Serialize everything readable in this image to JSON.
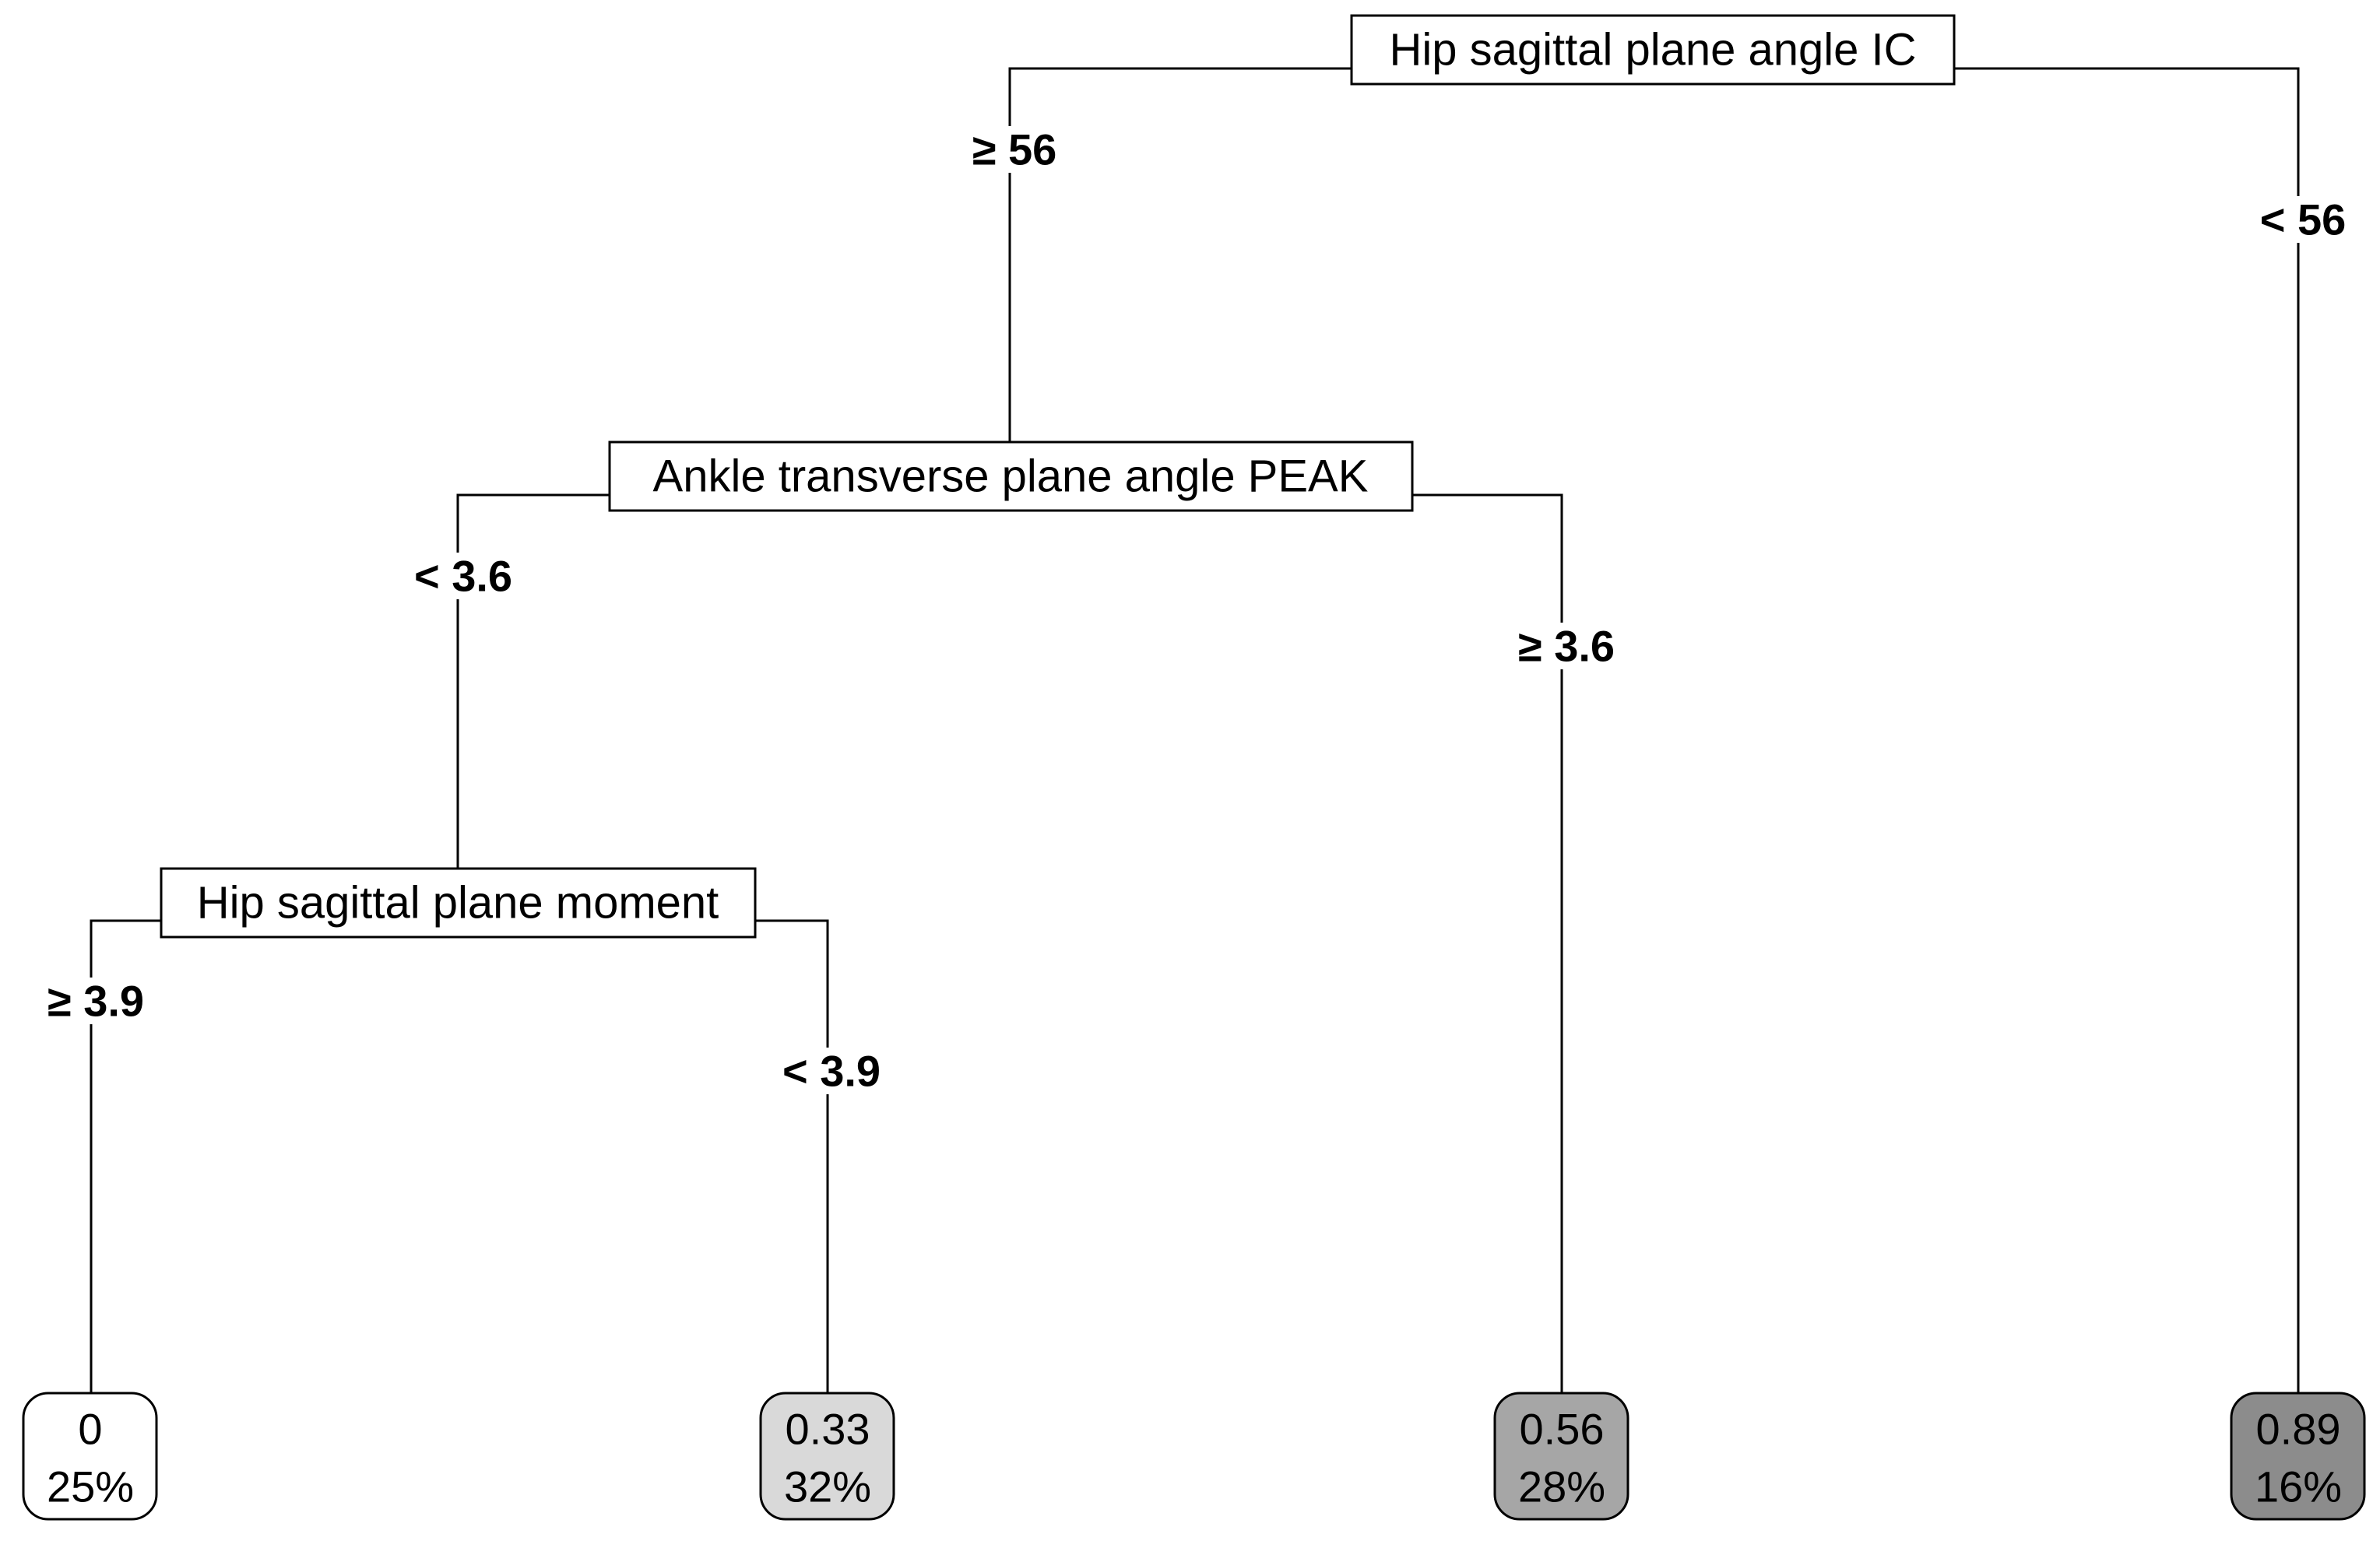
{
  "tree": {
    "root": {
      "label": "Hip sagittal plane angle IC",
      "left_branch": "≥ 56",
      "right_branch": "< 56"
    },
    "node2": {
      "label": "Ankle transverse plane angle PEAK",
      "left_branch": "< 3.6",
      "right_branch": "≥ 3.6"
    },
    "node3": {
      "label": "Hip sagittal plane moment",
      "left_branch": "≥ 3.9",
      "right_branch": "< 3.9"
    },
    "leaves": [
      {
        "value": "0",
        "percent": "25%",
        "fill": "#ffffff"
      },
      {
        "value": "0.33",
        "percent": "32%",
        "fill": "#d9d9d9"
      },
      {
        "value": "0.56",
        "percent": "28%",
        "fill": "#a6a6a6"
      },
      {
        "value": "0.89",
        "percent": "16%",
        "fill": "#8c8c8c"
      }
    ]
  }
}
